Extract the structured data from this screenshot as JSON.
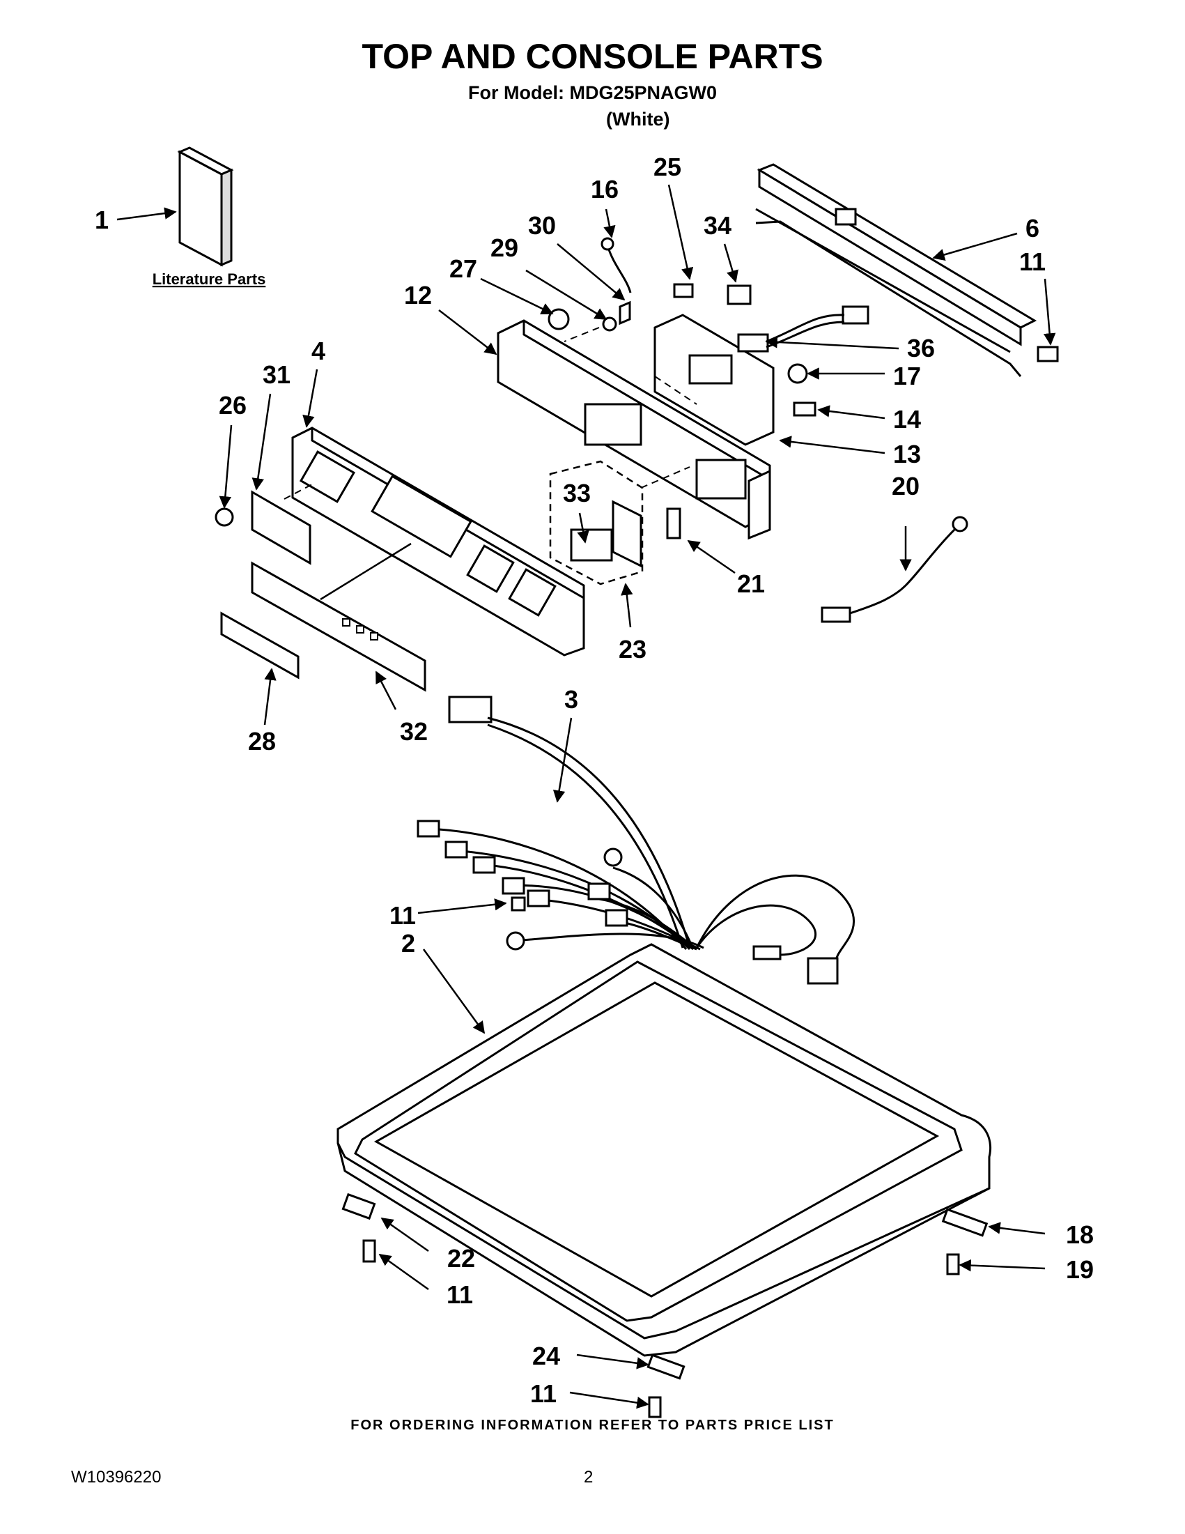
{
  "title": "TOP AND CONSOLE PARTS",
  "subtitle": "For Model: MDG25PNAGW0",
  "color_variant": "(White)",
  "literature_label": "Literature Parts",
  "callouts": {
    "c1": "1",
    "c25": "25",
    "c16": "16",
    "c30": "30",
    "c34": "34",
    "c6": "6",
    "c11a": "11",
    "c29": "29",
    "c27": "27",
    "c12": "12",
    "c36": "36",
    "c17": "17",
    "c31": "31",
    "c4": "4",
    "c26": "26",
    "c14": "14",
    "c13": "13",
    "c20": "20",
    "c33": "33",
    "c21": "21",
    "c23": "23",
    "c28": "28",
    "c32": "32",
    "c3": "3",
    "c11b": "11",
    "c2": "2",
    "c18": "18",
    "c19": "19",
    "c22": "22",
    "c11c": "11",
    "c24": "24",
    "c11d": "11"
  },
  "footer_note": "FOR ORDERING INFORMATION REFER TO PARTS PRICE LIST",
  "doc_number": "W10396220",
  "page_number": "2"
}
